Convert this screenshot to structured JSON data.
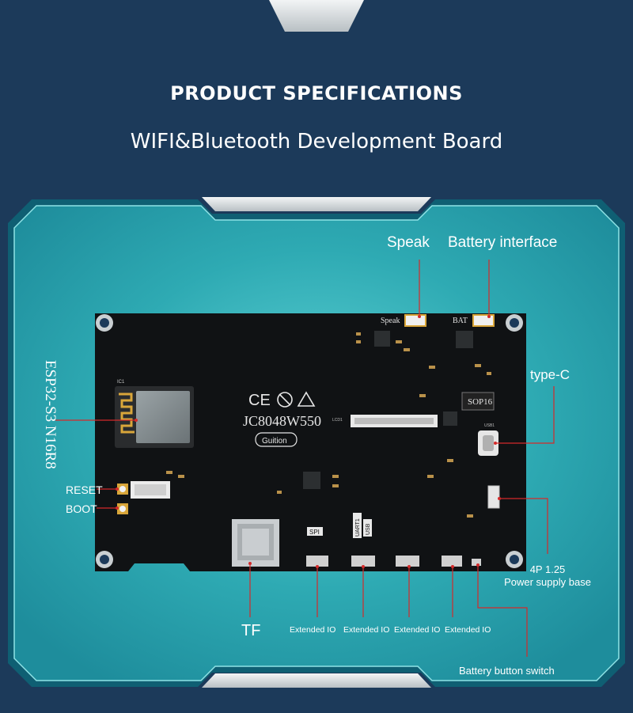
{
  "header": {
    "title": "PRODUCT SPECIFICATIONS",
    "subtitle": "WIFI&Bluetooth Development Board"
  },
  "board": {
    "model": "JC8048W550",
    "brand": "Guition",
    "chip_label": "IC1",
    "sop_label": "SOP16",
    "silk": {
      "speak": "Speak",
      "bat": "BAT",
      "spi": "SPI",
      "uart1": "UART1",
      "usb": "USB",
      "lcd": "LCD1",
      "usb_c": "USB1"
    }
  },
  "callouts": {
    "speak": "Speak",
    "battery_interface": "Battery interface",
    "type_c": "type-C",
    "module": "ESP32-S3 N16R8",
    "reset": "RESET",
    "boot": "BOOT",
    "power_line1": "4P 1.25",
    "power_line2": "Power supply base",
    "tf": "TF",
    "extended_io": [
      "Extended IO",
      "Extended IO",
      "Extended IO",
      "Extended IO"
    ],
    "battery_button": "Battery button switch"
  },
  "colors": {
    "background": "#1c3a5a",
    "panel": "#2aa6b0",
    "panel_frame": "#0f5f73",
    "board": "#101214",
    "leader": "#d42a2a"
  }
}
